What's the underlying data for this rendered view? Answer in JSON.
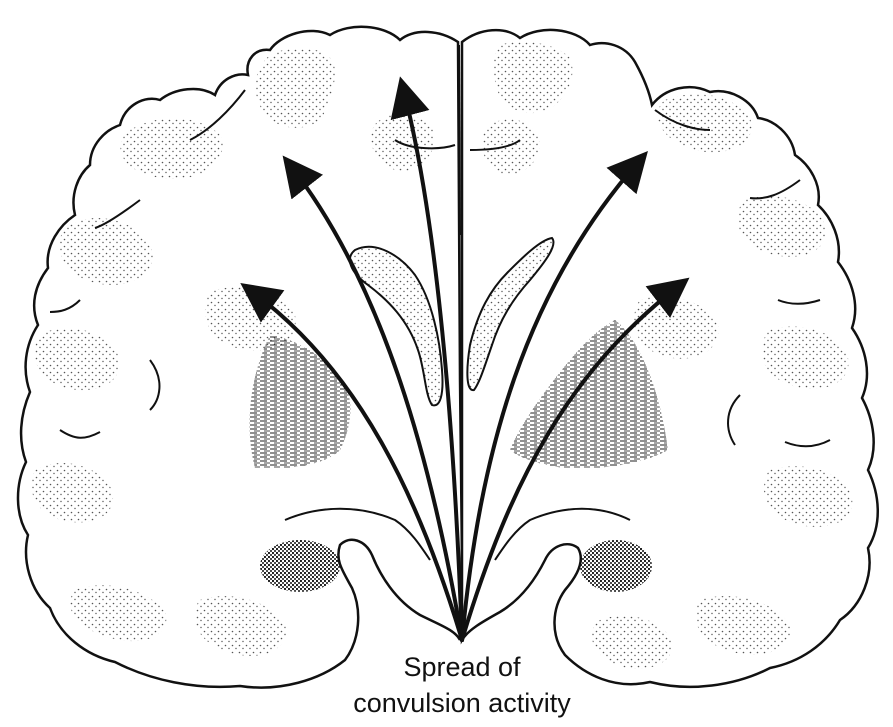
{
  "figure": {
    "caption_line1": "Spread of",
    "caption_line2": "convulsion activity",
    "colors": {
      "ink": "#111111",
      "stipple": "#555555",
      "background": "#ffffff"
    }
  },
  "arrows": [
    {
      "id": "far-left",
      "target": "lateral-cortex-left"
    },
    {
      "id": "upper-left",
      "target": "superior-cortex-left"
    },
    {
      "id": "center",
      "target": "medial-cortex"
    },
    {
      "id": "upper-right",
      "target": "superior-cortex-right"
    },
    {
      "id": "far-right",
      "target": "lateral-cortex-right"
    }
  ]
}
